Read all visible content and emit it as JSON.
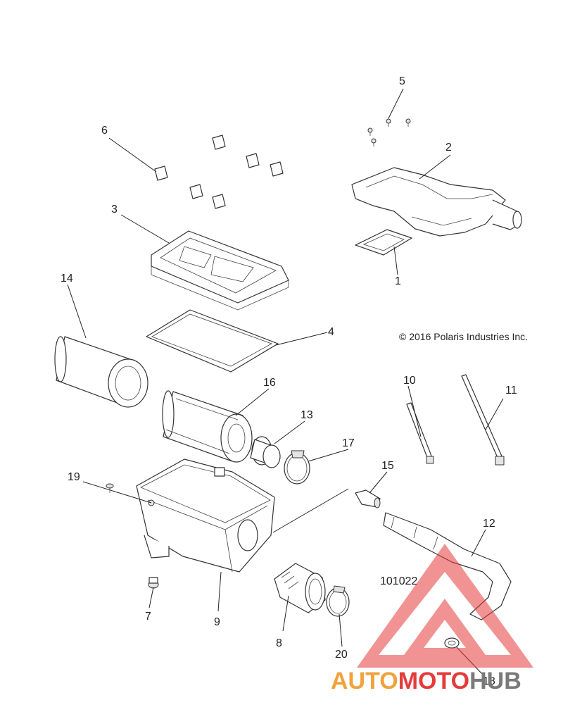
{
  "copyright": "© 2016 Polaris Industries Inc.",
  "reference": "101022",
  "callouts": [
    "1",
    "2",
    "3",
    "4",
    "5",
    "6",
    "7",
    "8",
    "9",
    "10",
    "11",
    "12",
    "13",
    "14",
    "15",
    "16",
    "17",
    "18",
    "19",
    "20"
  ],
  "watermark": {
    "part1": "AUTO",
    "part2": "MOTO",
    "part3": "HUB",
    "colors": {
      "auto": "#f0a23c",
      "moto": "#e63b3b",
      "hub": "#7a7a7a",
      "triangle": "#e63b3b"
    }
  }
}
